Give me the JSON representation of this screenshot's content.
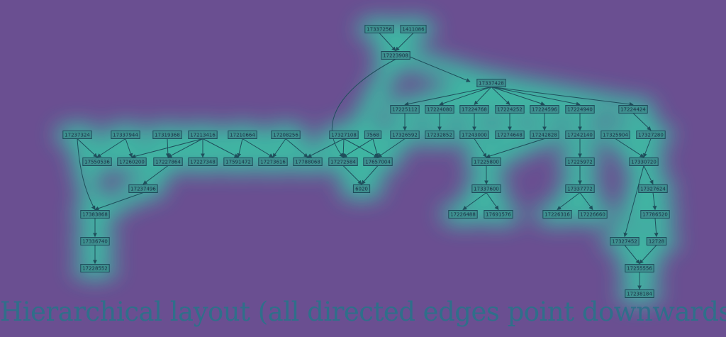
{
  "caption": "Hierarchical layout (all directed edges point downwards)",
  "colors": {
    "background": "#6a4f91",
    "glow": "#39c7a6",
    "node_fill": "#3e8f8f",
    "node_stroke": "#1f4a5a",
    "edge": "#1f4f5c",
    "caption": "#2f6f8a"
  },
  "nodes": [
    {
      "id": "17337256",
      "label": "17337256"
    },
    {
      "id": "1411086",
      "label": "1411086"
    },
    {
      "id": "17223908",
      "label": "17223908"
    },
    {
      "id": "17337428",
      "label": "17337428"
    },
    {
      "id": "17225112",
      "label": "17225112"
    },
    {
      "id": "17224080",
      "label": "17224080"
    },
    {
      "id": "17224768",
      "label": "17224768"
    },
    {
      "id": "17224252",
      "label": "17224252"
    },
    {
      "id": "17224596",
      "label": "17224596"
    },
    {
      "id": "17224940",
      "label": "17224940"
    },
    {
      "id": "17224424",
      "label": "17224424"
    },
    {
      "id": "17237324",
      "label": "17237324"
    },
    {
      "id": "17337944",
      "label": "17337944"
    },
    {
      "id": "17319368",
      "label": "17319368"
    },
    {
      "id": "17213416",
      "label": "17213416"
    },
    {
      "id": "17210664",
      "label": "17210664"
    },
    {
      "id": "17208256",
      "label": "17208256"
    },
    {
      "id": "17327108",
      "label": "17327108"
    },
    {
      "id": "7568",
      "label": "7568"
    },
    {
      "id": "17326592",
      "label": "17326592"
    },
    {
      "id": "17232852",
      "label": "17232852"
    },
    {
      "id": "17243000",
      "label": "17243000"
    },
    {
      "id": "17274648",
      "label": "17274648"
    },
    {
      "id": "17242828",
      "label": "17242828"
    },
    {
      "id": "17242140",
      "label": "17242140"
    },
    {
      "id": "17325904",
      "label": "17325904"
    },
    {
      "id": "17327280",
      "label": "17327280"
    },
    {
      "id": "17550536",
      "label": "17550536"
    },
    {
      "id": "17260200",
      "label": "17260200"
    },
    {
      "id": "17227864",
      "label": "17227864"
    },
    {
      "id": "17227348",
      "label": "17227348"
    },
    {
      "id": "17591472",
      "label": "17591472"
    },
    {
      "id": "17273616",
      "label": "17273616"
    },
    {
      "id": "17788068",
      "label": "17788068"
    },
    {
      "id": "17272584",
      "label": "17272584"
    },
    {
      "id": "17657004",
      "label": "17657004"
    },
    {
      "id": "17225800",
      "label": "17225800"
    },
    {
      "id": "17225972",
      "label": "17225972"
    },
    {
      "id": "17330720",
      "label": "17330720"
    },
    {
      "id": "17237496",
      "label": "17237496"
    },
    {
      "id": "6020",
      "label": "6020"
    },
    {
      "id": "17337600",
      "label": "17337600"
    },
    {
      "id": "17337772",
      "label": "17337772"
    },
    {
      "id": "17327624",
      "label": "17327624"
    },
    {
      "id": "17383868",
      "label": "17383868"
    },
    {
      "id": "17226488",
      "label": "17226488"
    },
    {
      "id": "17691576",
      "label": "17691576"
    },
    {
      "id": "17226316",
      "label": "17226316"
    },
    {
      "id": "17226660",
      "label": "17226660"
    },
    {
      "id": "17786520",
      "label": "17786520"
    },
    {
      "id": "17336740",
      "label": "17336740"
    },
    {
      "id": "17327452",
      "label": "17327452"
    },
    {
      "id": "12728",
      "label": "12728"
    },
    {
      "id": "17228552",
      "label": "17228552"
    },
    {
      "id": "17255556",
      "label": "17255556"
    },
    {
      "id": "17238184",
      "label": "17238184"
    }
  ],
  "edges": [
    [
      "17337256",
      "17223908"
    ],
    [
      "1411086",
      "17223908"
    ],
    [
      "17223908",
      "17337428"
    ],
    [
      "17223908",
      "17272584"
    ],
    [
      "17337428",
      "17225112"
    ],
    [
      "17337428",
      "17224080"
    ],
    [
      "17337428",
      "17224768"
    ],
    [
      "17337428",
      "17224252"
    ],
    [
      "17337428",
      "17224596"
    ],
    [
      "17337428",
      "17224940"
    ],
    [
      "17337428",
      "17224424"
    ],
    [
      "17225112",
      "17326592"
    ],
    [
      "17224080",
      "17232852"
    ],
    [
      "17224768",
      "17243000"
    ],
    [
      "17224252",
      "17274648"
    ],
    [
      "17224596",
      "17242828"
    ],
    [
      "17224940",
      "17242140"
    ],
    [
      "17224424",
      "17327280"
    ],
    [
      "17237324",
      "17550536"
    ],
    [
      "17237324",
      "17383868"
    ],
    [
      "17337944",
      "17550536"
    ],
    [
      "17337944",
      "17260200"
    ],
    [
      "17319368",
      "17227864"
    ],
    [
      "17213416",
      "17260200"
    ],
    [
      "17213416",
      "17227864"
    ],
    [
      "17213416",
      "17227348"
    ],
    [
      "17213416",
      "17591472"
    ],
    [
      "17210664",
      "17591472"
    ],
    [
      "17210664",
      "17273616"
    ],
    [
      "17208256",
      "17273616"
    ],
    [
      "17208256",
      "17788068"
    ],
    [
      "17327108",
      "17788068"
    ],
    [
      "17327108",
      "17272584"
    ],
    [
      "17327108",
      "17657004"
    ],
    [
      "7568",
      "17272584"
    ],
    [
      "7568",
      "17657004"
    ],
    [
      "17326592",
      "17657004"
    ],
    [
      "17243000",
      "17225800"
    ],
    [
      "17242828",
      "17225800"
    ],
    [
      "17242140",
      "17225972"
    ],
    [
      "17325904",
      "17330720"
    ],
    [
      "17327280",
      "17330720"
    ],
    [
      "17227864",
      "17237496"
    ],
    [
      "17237496",
      "17383868"
    ],
    [
      "17272584",
      "6020"
    ],
    [
      "17657004",
      "6020"
    ],
    [
      "17225800",
      "17337600"
    ],
    [
      "17225972",
      "17337772"
    ],
    [
      "17330720",
      "17327624"
    ],
    [
      "17330720",
      "17327452"
    ],
    [
      "17337600",
      "17226488"
    ],
    [
      "17337600",
      "17691576"
    ],
    [
      "17337772",
      "17226316"
    ],
    [
      "17337772",
      "17226660"
    ],
    [
      "17327624",
      "17786520"
    ],
    [
      "17786520",
      "12728"
    ],
    [
      "17383868",
      "17336740"
    ],
    [
      "17336740",
      "17228552"
    ],
    [
      "17327452",
      "17255556"
    ],
    [
      "12728",
      "17255556"
    ],
    [
      "17255556",
      "17238184"
    ]
  ]
}
